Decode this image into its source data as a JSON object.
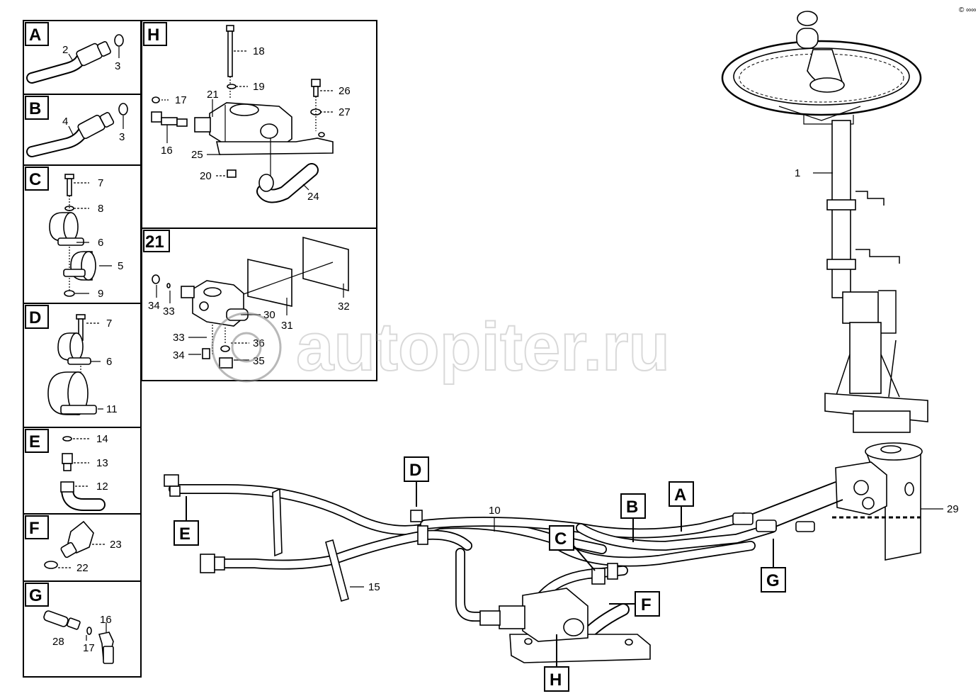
{
  "corner_mark": "© ∞∞",
  "watermark": "autopiter.ru",
  "panels": {
    "A": {
      "key": "A",
      "labels": [
        "2",
        "3"
      ]
    },
    "B": {
      "key": "B",
      "labels": [
        "4",
        "3"
      ]
    },
    "C": {
      "key": "C",
      "labels": [
        "7",
        "8",
        "6",
        "5",
        "9"
      ]
    },
    "D": {
      "key": "D",
      "labels": [
        "7",
        "6",
        "11"
      ]
    },
    "E": {
      "key": "E",
      "labels": [
        "14",
        "13",
        "12"
      ]
    },
    "F": {
      "key": "F",
      "labels": [
        "23",
        "22"
      ]
    },
    "G": {
      "key": "G",
      "labels": [
        "16",
        "28",
        "17"
      ]
    },
    "H": {
      "key": "H",
      "labels": [
        "18",
        "19",
        "17",
        "21",
        "26",
        "27",
        "16",
        "25",
        "20",
        "24"
      ]
    },
    "P21": {
      "key": "21",
      "labels": [
        "34",
        "33",
        "30",
        "31",
        "32",
        "33",
        "36",
        "34",
        "35"
      ]
    }
  },
  "main_callouts": [
    "D",
    "B",
    "A",
    "E",
    "C",
    "F",
    "G",
    "H"
  ],
  "main_labels": [
    "1",
    "10",
    "15",
    "29"
  ]
}
